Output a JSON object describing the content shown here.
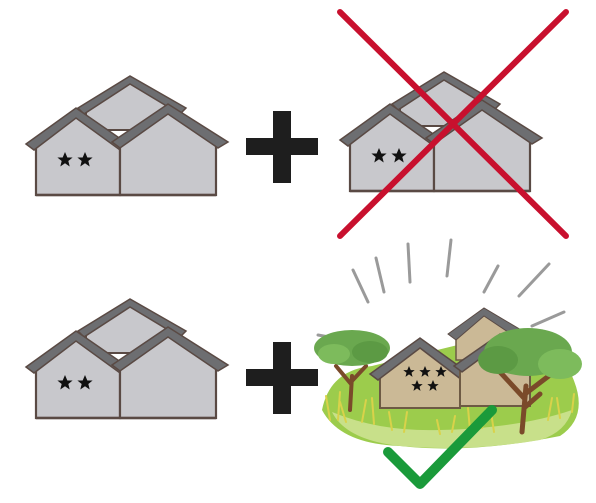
{
  "rows": [
    {
      "left_building": {
        "name": "two-star-house-cluster",
        "stars": 2
      },
      "operator": "plus",
      "right_building": {
        "name": "two-star-house-cluster",
        "stars": 2,
        "crossed_out": true
      },
      "result_mark": "cross"
    },
    {
      "left_building": {
        "name": "two-star-house-cluster",
        "stars": 2
      },
      "operator": "plus",
      "right_building": {
        "name": "five-star-lodge-in-nature",
        "stars": 5,
        "surroundings": [
          "trees",
          "grass",
          "sun-rays"
        ]
      },
      "result_mark": "checkmark"
    }
  ],
  "colors": {
    "wall": "#c8c8cc",
    "roof": "#6d6e71",
    "outline": "#5a4a44",
    "plus": "#1e1e1e",
    "cross": "#c8102e",
    "check": "#1a9a3a",
    "grass": "#9ccc4c",
    "lodge_wall": "#cbb996",
    "tree_crown": "#6aa84f",
    "trunk": "#7a4a2a",
    "rays": "#9a9a9a"
  },
  "icons": [
    "star-icon",
    "plus-icon",
    "cross-icon",
    "checkmark-icon"
  ]
}
